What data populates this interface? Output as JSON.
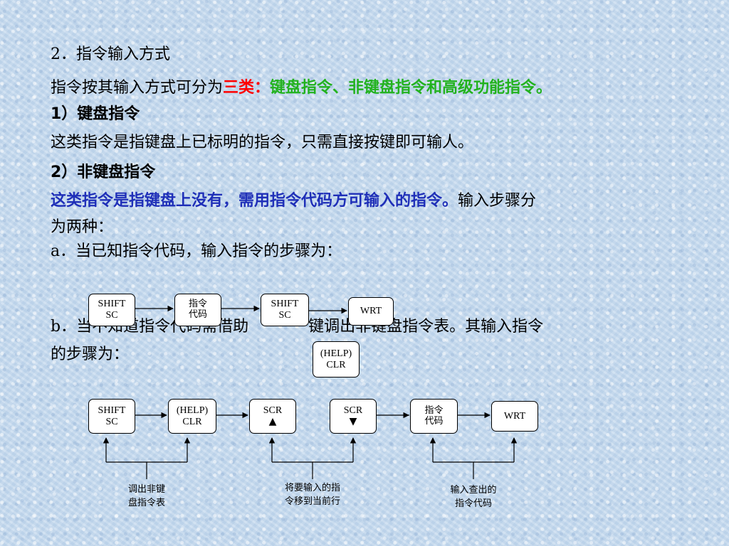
{
  "heading": "2．指令输入方式",
  "intro": {
    "prefix": "指令按其输入方式可分为",
    "count": "三类：",
    "types": "键盘指令、非键盘指令和高级功能指令。"
  },
  "sec1": {
    "title": "1）键盘指令",
    "body": "这类指令是指键盘上已标明的指令，只需直接按键即可输人。"
  },
  "sec2": {
    "title": "2）非键盘指令",
    "emph": "这类指令是指键盘上没有，需用指令代码方可输入的指令。",
    "rest": "输入步骤分",
    "cont": "为两种："
  },
  "case_a": "a．当已知指令代码，输入指令的步骤为：",
  "case_b": {
    "part1": "b．当不知道指令代码需借助",
    "part2": "键调出非键盘指令表。其输入指令",
    "cont": "的步骤为："
  },
  "flow_a": {
    "keys": [
      {
        "l1": "SHIFT",
        "l2": "SC"
      },
      {
        "l1": "指令",
        "l2": "代码"
      },
      {
        "l1": "SHIFT",
        "l2": "SC"
      },
      {
        "l1": "WRT",
        "l2": ""
      }
    ]
  },
  "help_key": {
    "l1": "(HELP)",
    "l2": "CLR"
  },
  "flow_b": {
    "keys": [
      {
        "l1": "SHIFT",
        "l2": "SC"
      },
      {
        "l1": "(HELP)",
        "l2": "CLR"
      },
      {
        "l1": "SCR",
        "l2": "▲"
      },
      {
        "l1": "SCR",
        "l2": "▼"
      },
      {
        "l1": "指令",
        "l2": "代码"
      },
      {
        "l1": "WRT",
        "l2": ""
      }
    ],
    "notes": [
      {
        "l1": "调出非键",
        "l2": "盘指令表"
      },
      {
        "l1": "将要输入的指",
        "l2": "令移到当前行"
      },
      {
        "l1": "输入查出的",
        "l2": "指令代码"
      }
    ]
  }
}
